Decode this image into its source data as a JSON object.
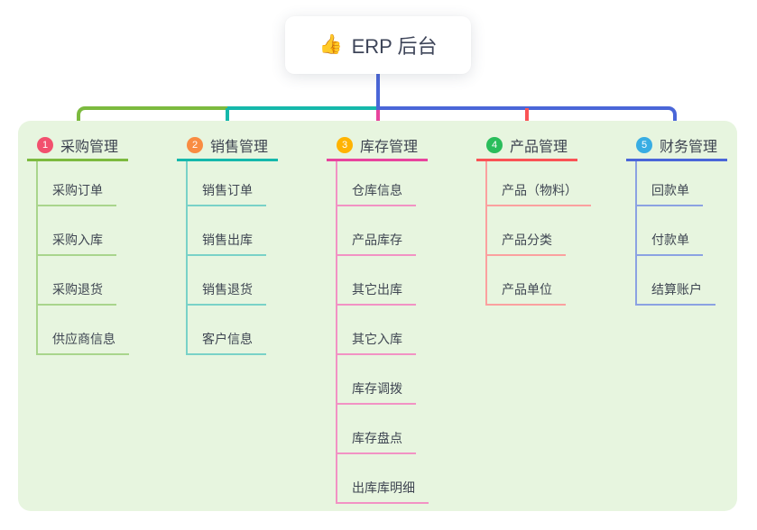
{
  "root": {
    "icon": "👍",
    "title": "ERP 后台"
  },
  "colors": {
    "trunk": "#4a66d8",
    "panel_bg": "#e7f5df"
  },
  "branches": [
    {
      "number": "1",
      "label": "采购管理",
      "color": "#7cba3f",
      "light_color": "#a9d58c",
      "badge_color": "#f2506e",
      "children": [
        "采购订单",
        "采购入库",
        "采购退货",
        "供应商信息"
      ]
    },
    {
      "number": "2",
      "label": "销售管理",
      "color": "#15b8ab",
      "light_color": "#79d2c8",
      "badge_color": "#f98c42",
      "children": [
        "销售订单",
        "销售出库",
        "销售退货",
        "客户信息"
      ]
    },
    {
      "number": "3",
      "label": "库存管理",
      "color": "#e8449d",
      "light_color": "#f292c4",
      "badge_color": "#ffb302",
      "children": [
        "仓库信息",
        "产品库存",
        "其它出库",
        "其它入库",
        "库存调拨",
        "库存盘点",
        "出库库明细"
      ]
    },
    {
      "number": "4",
      "label": "产品管理",
      "color": "#fa5355",
      "light_color": "#fba09f",
      "badge_color": "#2abd5b",
      "children": [
        "产品（物料）",
        "产品分类",
        "产品单位"
      ]
    },
    {
      "number": "5",
      "label": "财务管理",
      "color": "#4a66d8",
      "light_color": "#8ba2e2",
      "badge_color": "#38ade3",
      "children": [
        "回款单",
        "付款单",
        "结算账户"
      ]
    }
  ]
}
